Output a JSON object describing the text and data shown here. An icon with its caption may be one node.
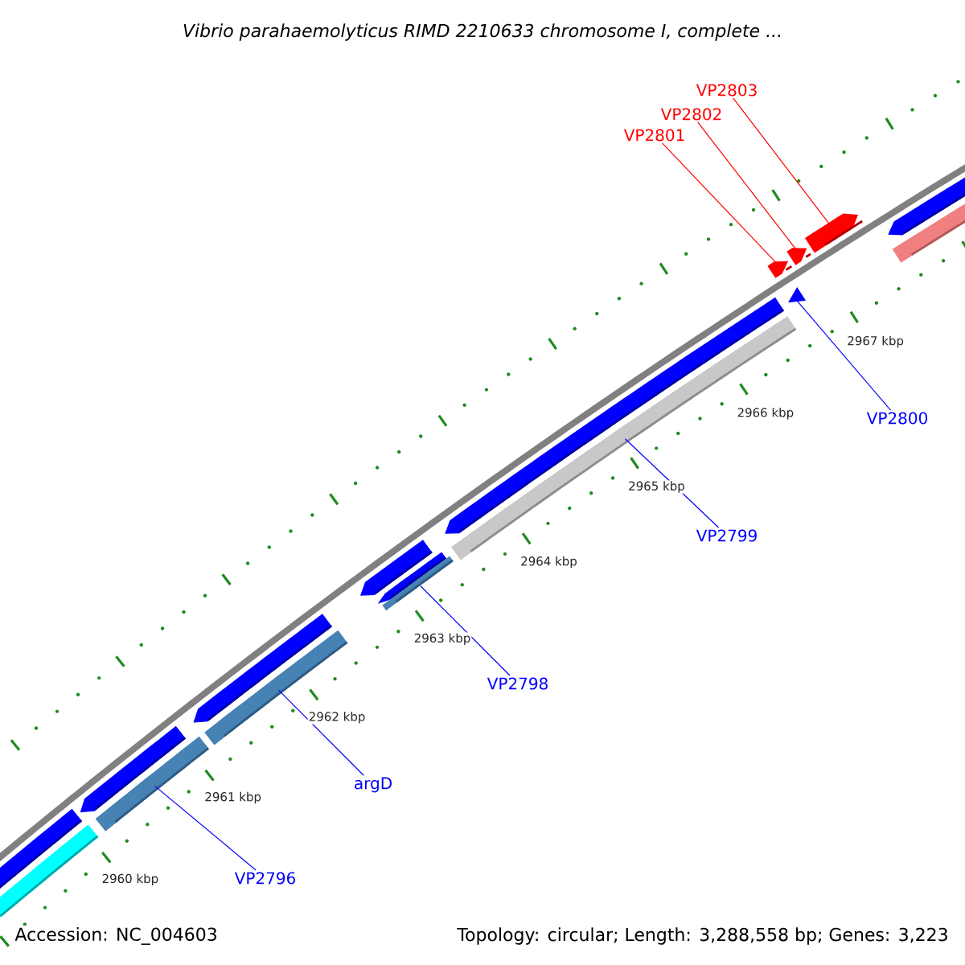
{
  "diagram": {
    "title": "Vibrio parahaemolyticus RIMD 2210633 chromosome I, complete ...",
    "nodes": [
      {
        "text": [
          "VP2803"
        ]
      },
      {
        "text": [
          "VP2802"
        ]
      },
      {
        "text": [
          "VP2801"
        ]
      },
      {
        "text": [
          "VP2800"
        ]
      },
      {
        "text": [
          "VP2799"
        ]
      },
      {
        "text": [
          "VP2798"
        ]
      },
      {
        "text": [
          "argD"
        ]
      },
      {
        "text": [
          "VP2796"
        ]
      },
      {
        "text": [],
        "shape": "bar"
      },
      {
        "text": [],
        "shape": "pentagon"
      },
      {
        "text": [],
        "shape": "pentagon"
      },
      {
        "text": [],
        "shape": "bar"
      },
      {
        "text": [],
        "shape": "pentagon"
      },
      {
        "text": [],
        "shape": "bar"
      },
      {
        "text": [],
        "shape": "pentagon"
      },
      {
        "text": [],
        "shape": "pentagon"
      },
      {
        "text": [],
        "shape": "bar"
      },
      {
        "text": [],
        "shape": "pentagon"
      },
      {
        "text": [],
        "shape": "bar"
      },
      {
        "text": [],
        "shape": "triangle"
      },
      {
        "text": [],
        "shape": "pentagon"
      },
      {
        "text": [],
        "shape": "pentagon"
      },
      {
        "text": [],
        "shape": "pentagon"
      },
      {
        "text": [],
        "shape": "pentagon"
      },
      {
        "text": [],
        "shape": "bar"
      }
    ],
    "edges": [
      {
        "from": 0,
        "to": 22,
        "arrow": "none",
        "color": "#ff0000"
      },
      {
        "from": 1,
        "to": 21,
        "arrow": "none",
        "color": "#ff0000"
      },
      {
        "from": 2,
        "to": 20,
        "arrow": "none",
        "color": "#ff0000"
      },
      {
        "from": 3,
        "to": 19,
        "arrow": "none"
      },
      {
        "from": 4,
        "to": 18,
        "arrow": "none"
      },
      {
        "from": 5,
        "to": 16,
        "arrow": "none"
      },
      {
        "from": 6,
        "to": 13,
        "arrow": "none"
      },
      {
        "from": 7,
        "to": 11,
        "arrow": "none"
      }
    ],
    "labels": [
      "2967 kbp",
      "2966 kbp",
      "2965 kbp",
      "2964 kbp",
      "2963 kbp",
      "2962 kbp",
      "2961 kbp",
      "2960 kbp",
      "Accession: NC_004603",
      "Topology: circular; Length: 3,288,558 bp; Genes: 3,223"
    ]
  }
}
